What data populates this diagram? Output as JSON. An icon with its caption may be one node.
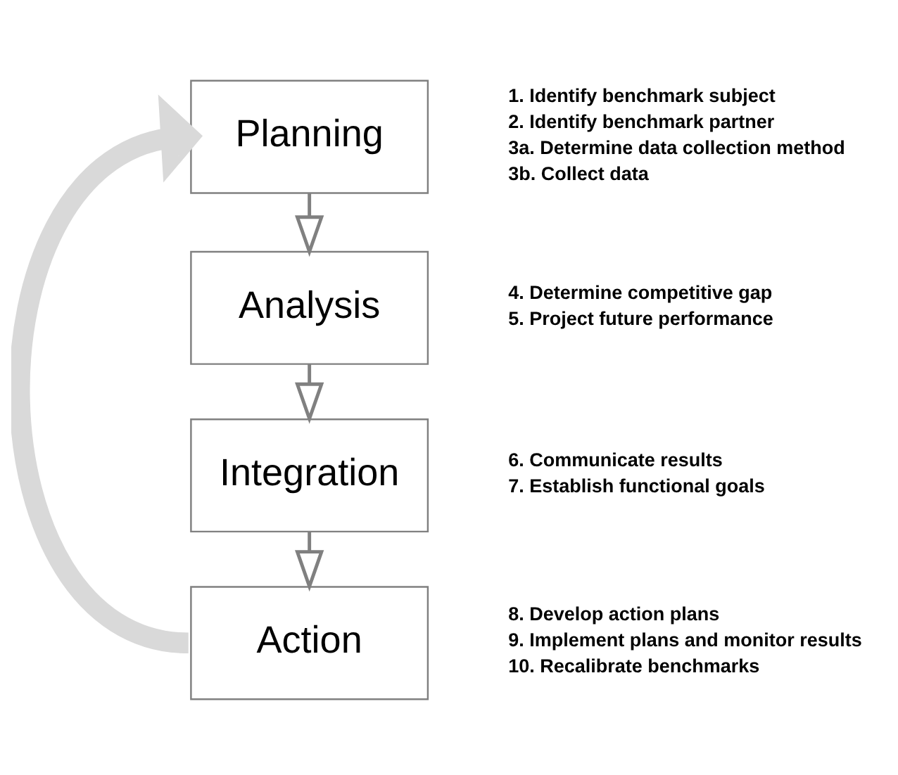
{
  "diagram": {
    "nodes": [
      {
        "text": [
          "Planning"
        ],
        "beside": [
          "1. Identify benchmark subject",
          "2. Identify benchmark partner",
          "3a. Determine data collection method",
          "3b. Collect data"
        ]
      },
      {
        "text": [
          "Analysis"
        ],
        "beside": [
          "4. Determine competitive gap",
          "5. Project future performance"
        ]
      },
      {
        "text": [
          "Integration"
        ],
        "beside": [
          "6. Communicate results",
          "7. Establish functional goals"
        ]
      },
      {
        "text": [
          "Action"
        ],
        "beside": [
          "8. Develop action plans",
          "9. Implement plans and monitor results",
          "10. Recalibrate benchmarks"
        ]
      }
    ],
    "edges": [
      {
        "from": 0,
        "to": 1,
        "arrow": "to"
      },
      {
        "from": 1,
        "to": 2,
        "arrow": "to"
      },
      {
        "from": 2,
        "to": 3,
        "arrow": "to"
      },
      {
        "from": 3,
        "to": 0,
        "arrow": "to",
        "style": "thick",
        "color": "#d9d9d9"
      }
    ]
  }
}
